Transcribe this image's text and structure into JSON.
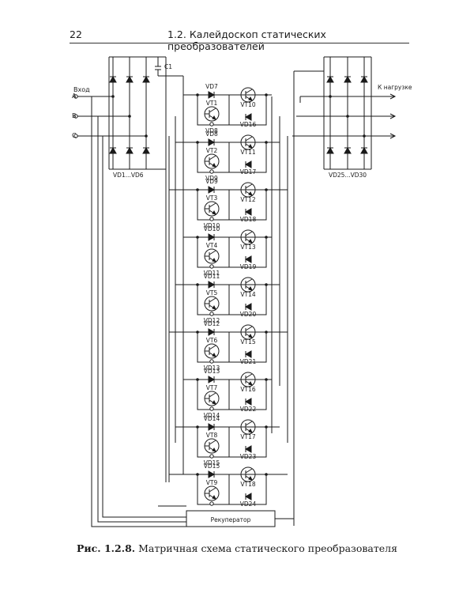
{
  "header": {
    "page_number": "22",
    "section_title": "1.2. Калейдоскоп статических преобразователей"
  },
  "figure": {
    "input_label": "Вход",
    "phases": [
      "A",
      "B",
      "C"
    ],
    "output_label": "К нагрузке",
    "capacitor_label": "C1",
    "left_bridge_label": "VD1...VD6",
    "right_bridge_label": "VD25...VD30",
    "recuperator_label": "Рекуператор",
    "cells": [
      {
        "vd_left": "VD7",
        "vt_left": "VT1",
        "vd_below": "VD8",
        "vt_right": "VT10",
        "vd_right": "VD16"
      },
      {
        "vd_left": "VD8",
        "vt_left": "VT2",
        "vd_below": "VD9",
        "vt_right": "VT11",
        "vd_right": "VD17"
      },
      {
        "vd_left": "VD9",
        "vt_left": "VT3",
        "vd_below": "VD10",
        "vt_right": "VT12",
        "vd_right": "VD18"
      },
      {
        "vd_left": "VD10",
        "vt_left": "VT4",
        "vd_below": "VD11",
        "vt_right": "VT13",
        "vd_right": "VD19"
      },
      {
        "vd_left": "VD11",
        "vt_left": "VT5",
        "vd_below": "VD12",
        "vt_right": "VT14",
        "vd_right": "VD20"
      },
      {
        "vd_left": "VD12",
        "vt_left": "VT6",
        "vd_below": "VD13",
        "vt_right": "VT15",
        "vd_right": "VD21"
      },
      {
        "vd_left": "VD13",
        "vt_left": "VT7",
        "vd_below": "VD14",
        "vt_right": "VT16",
        "vd_right": "VD22"
      },
      {
        "vd_left": "VD14",
        "vt_left": "VT8",
        "vd_below": "VD15",
        "vt_right": "VT17",
        "vd_right": "VD23"
      },
      {
        "vd_left": "VD15",
        "vt_left": "VT9",
        "vd_below": "",
        "vt_right": "VT18",
        "vd_right": "VD24"
      }
    ]
  },
  "caption": {
    "number": "Рис. 1.2.8.",
    "text": "Матричная схема статического преобразователя"
  }
}
